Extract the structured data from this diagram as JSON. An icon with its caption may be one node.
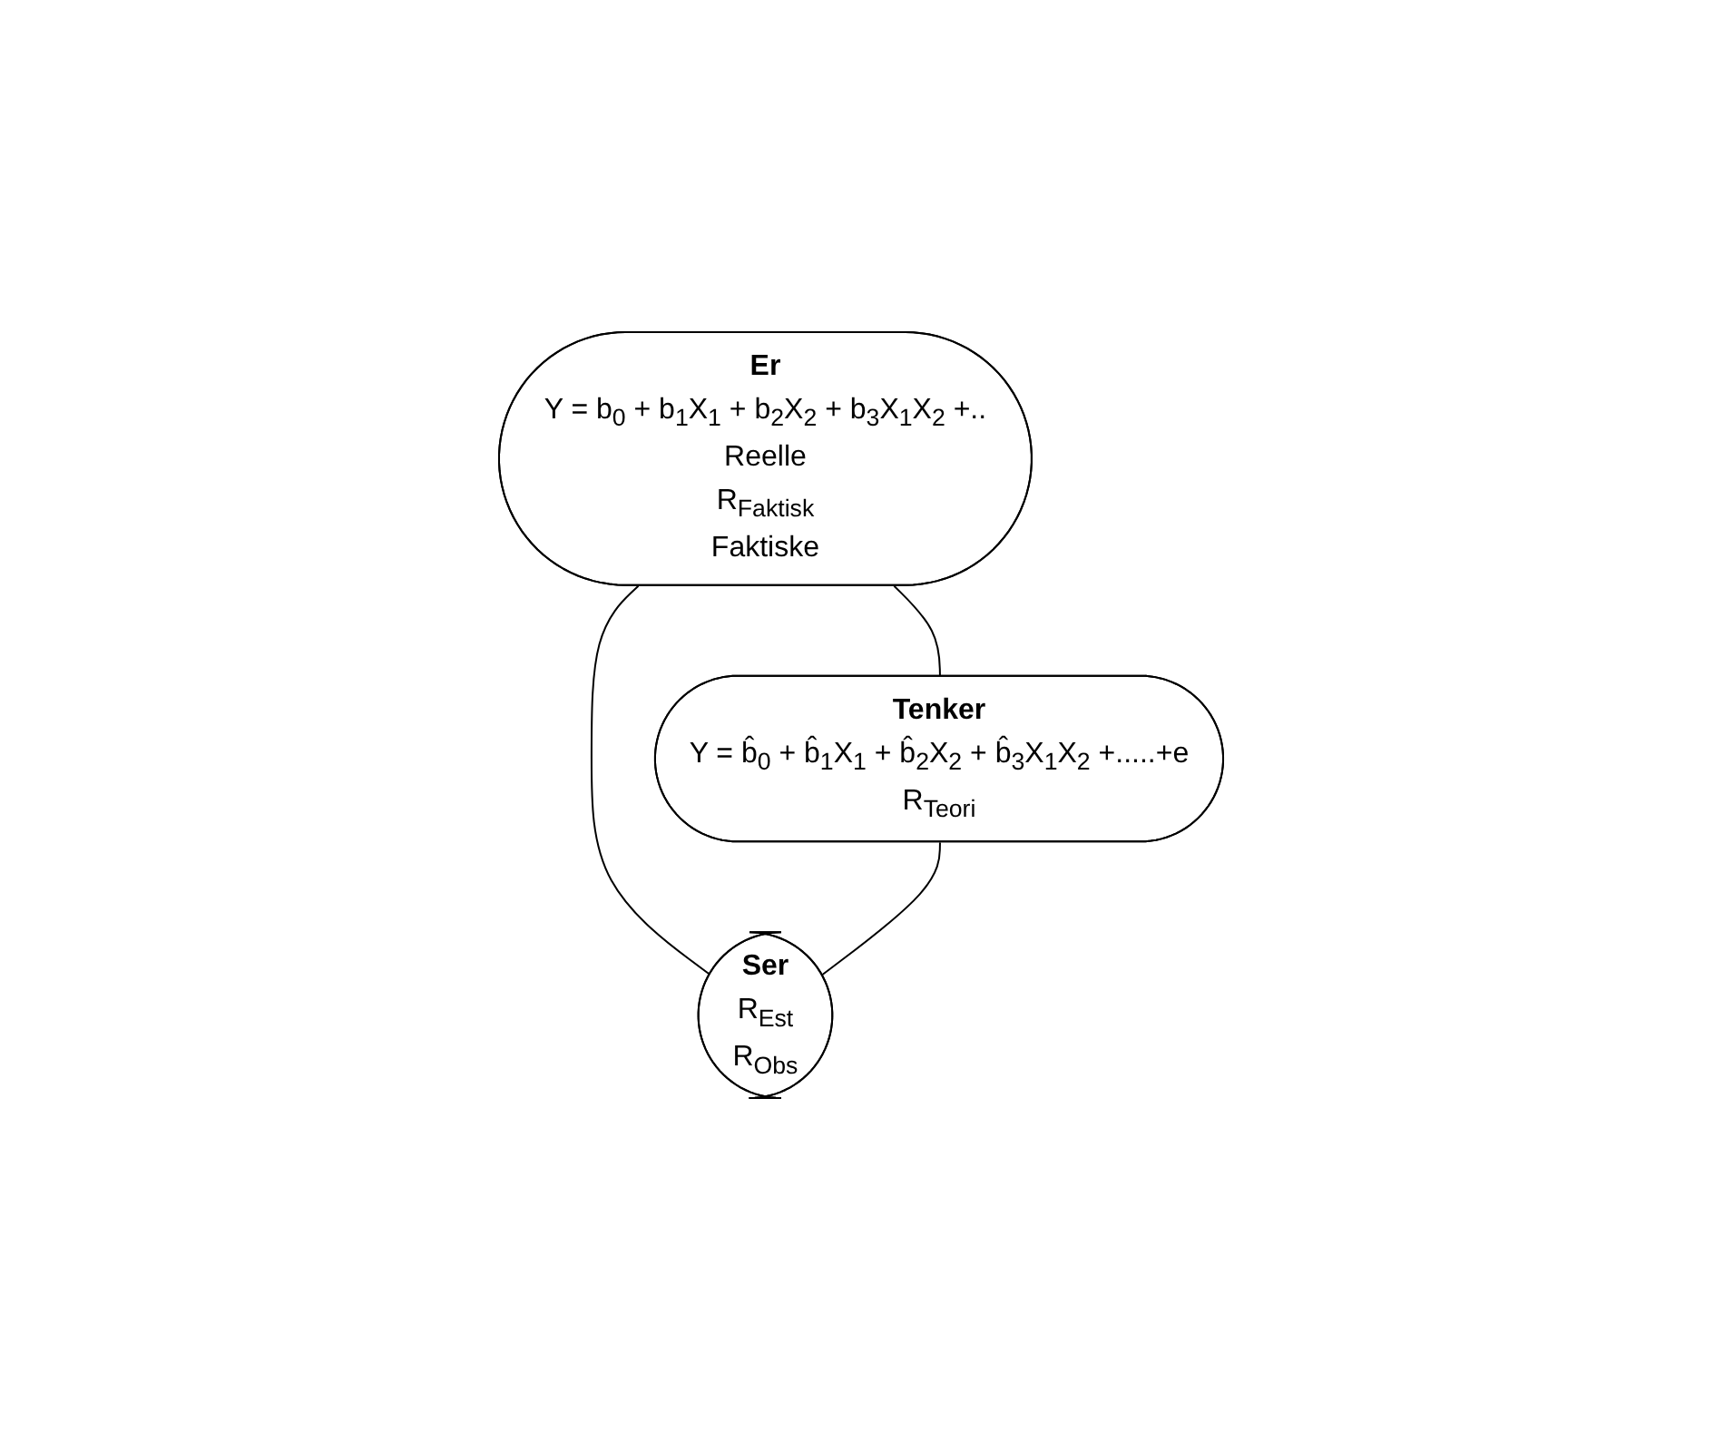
{
  "diagram": {
    "nodes": [
      {
        "text": [
          "Er",
          "Y = b$_{0}$ + b$_{1}$X$_{1}$ + b$_{2}$X$_{2}$ + b$_{3}$X$_{1}$X$_{2}$ +..",
          "Reelle",
          "R$_{Faktisk}$",
          "Faktiske"
        ]
      },
      {
        "text": [
          "Tenker",
          "Y = b̂$_{0}$ + b̂$_{1}$X$_{1}$ + b̂$_{2}$X$_{2}$ + b̂$_{3}$X$_{1}$X$_{2}$ +.....+e",
          "R$_{Teori}$"
        ]
      },
      {
        "text": [
          "Ser",
          "R$_{Est}$",
          "R$_{Obs}$"
        ]
      }
    ],
    "edges": [
      {
        "from": 0,
        "to": 1,
        "arrow": "none"
      },
      {
        "from": 0,
        "to": 2,
        "arrow": "none"
      },
      {
        "from": 1,
        "to": 2,
        "arrow": "none"
      }
    ]
  }
}
